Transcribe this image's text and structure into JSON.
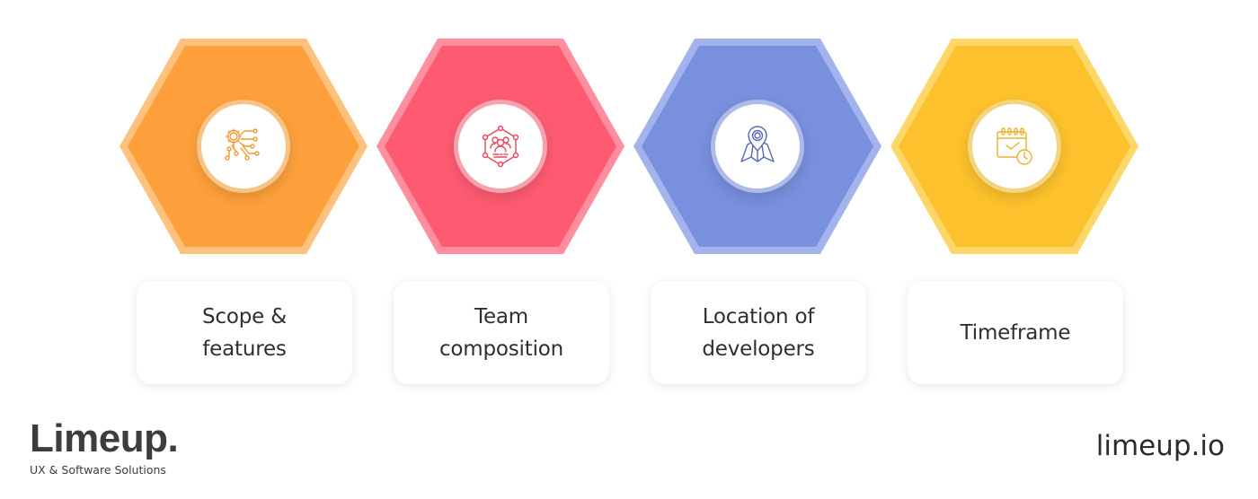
{
  "steps": [
    {
      "label": "Scope &\nfeatures",
      "icon": "circuit-gear-icon",
      "fill": "#FDA03B",
      "border": "#FFC27E",
      "ring": "#F6C487",
      "stroke": "#F29A2E"
    },
    {
      "label": "Team\ncomposition",
      "icon": "team-network-icon",
      "fill": "#FE5B72",
      "border": "#FF8E9E",
      "ring": "#F4A3AE",
      "stroke": "#E8475F"
    },
    {
      "label": "Location of\ndevelopers",
      "icon": "map-pin-icon",
      "fill": "#7890DD",
      "border": "#A3B3EC",
      "ring": "#AEBBEA",
      "stroke": "#5868BE"
    },
    {
      "label": "Timeframe",
      "icon": "calendar-clock-icon",
      "fill": "#FCC12C",
      "border": "#FFD769",
      "ring": "#F2D57F",
      "stroke": "#E9B32A"
    }
  ],
  "footer": {
    "brand": "Limeup.",
    "tagline": "UX & Software Solutions",
    "website": "limeup.io"
  }
}
